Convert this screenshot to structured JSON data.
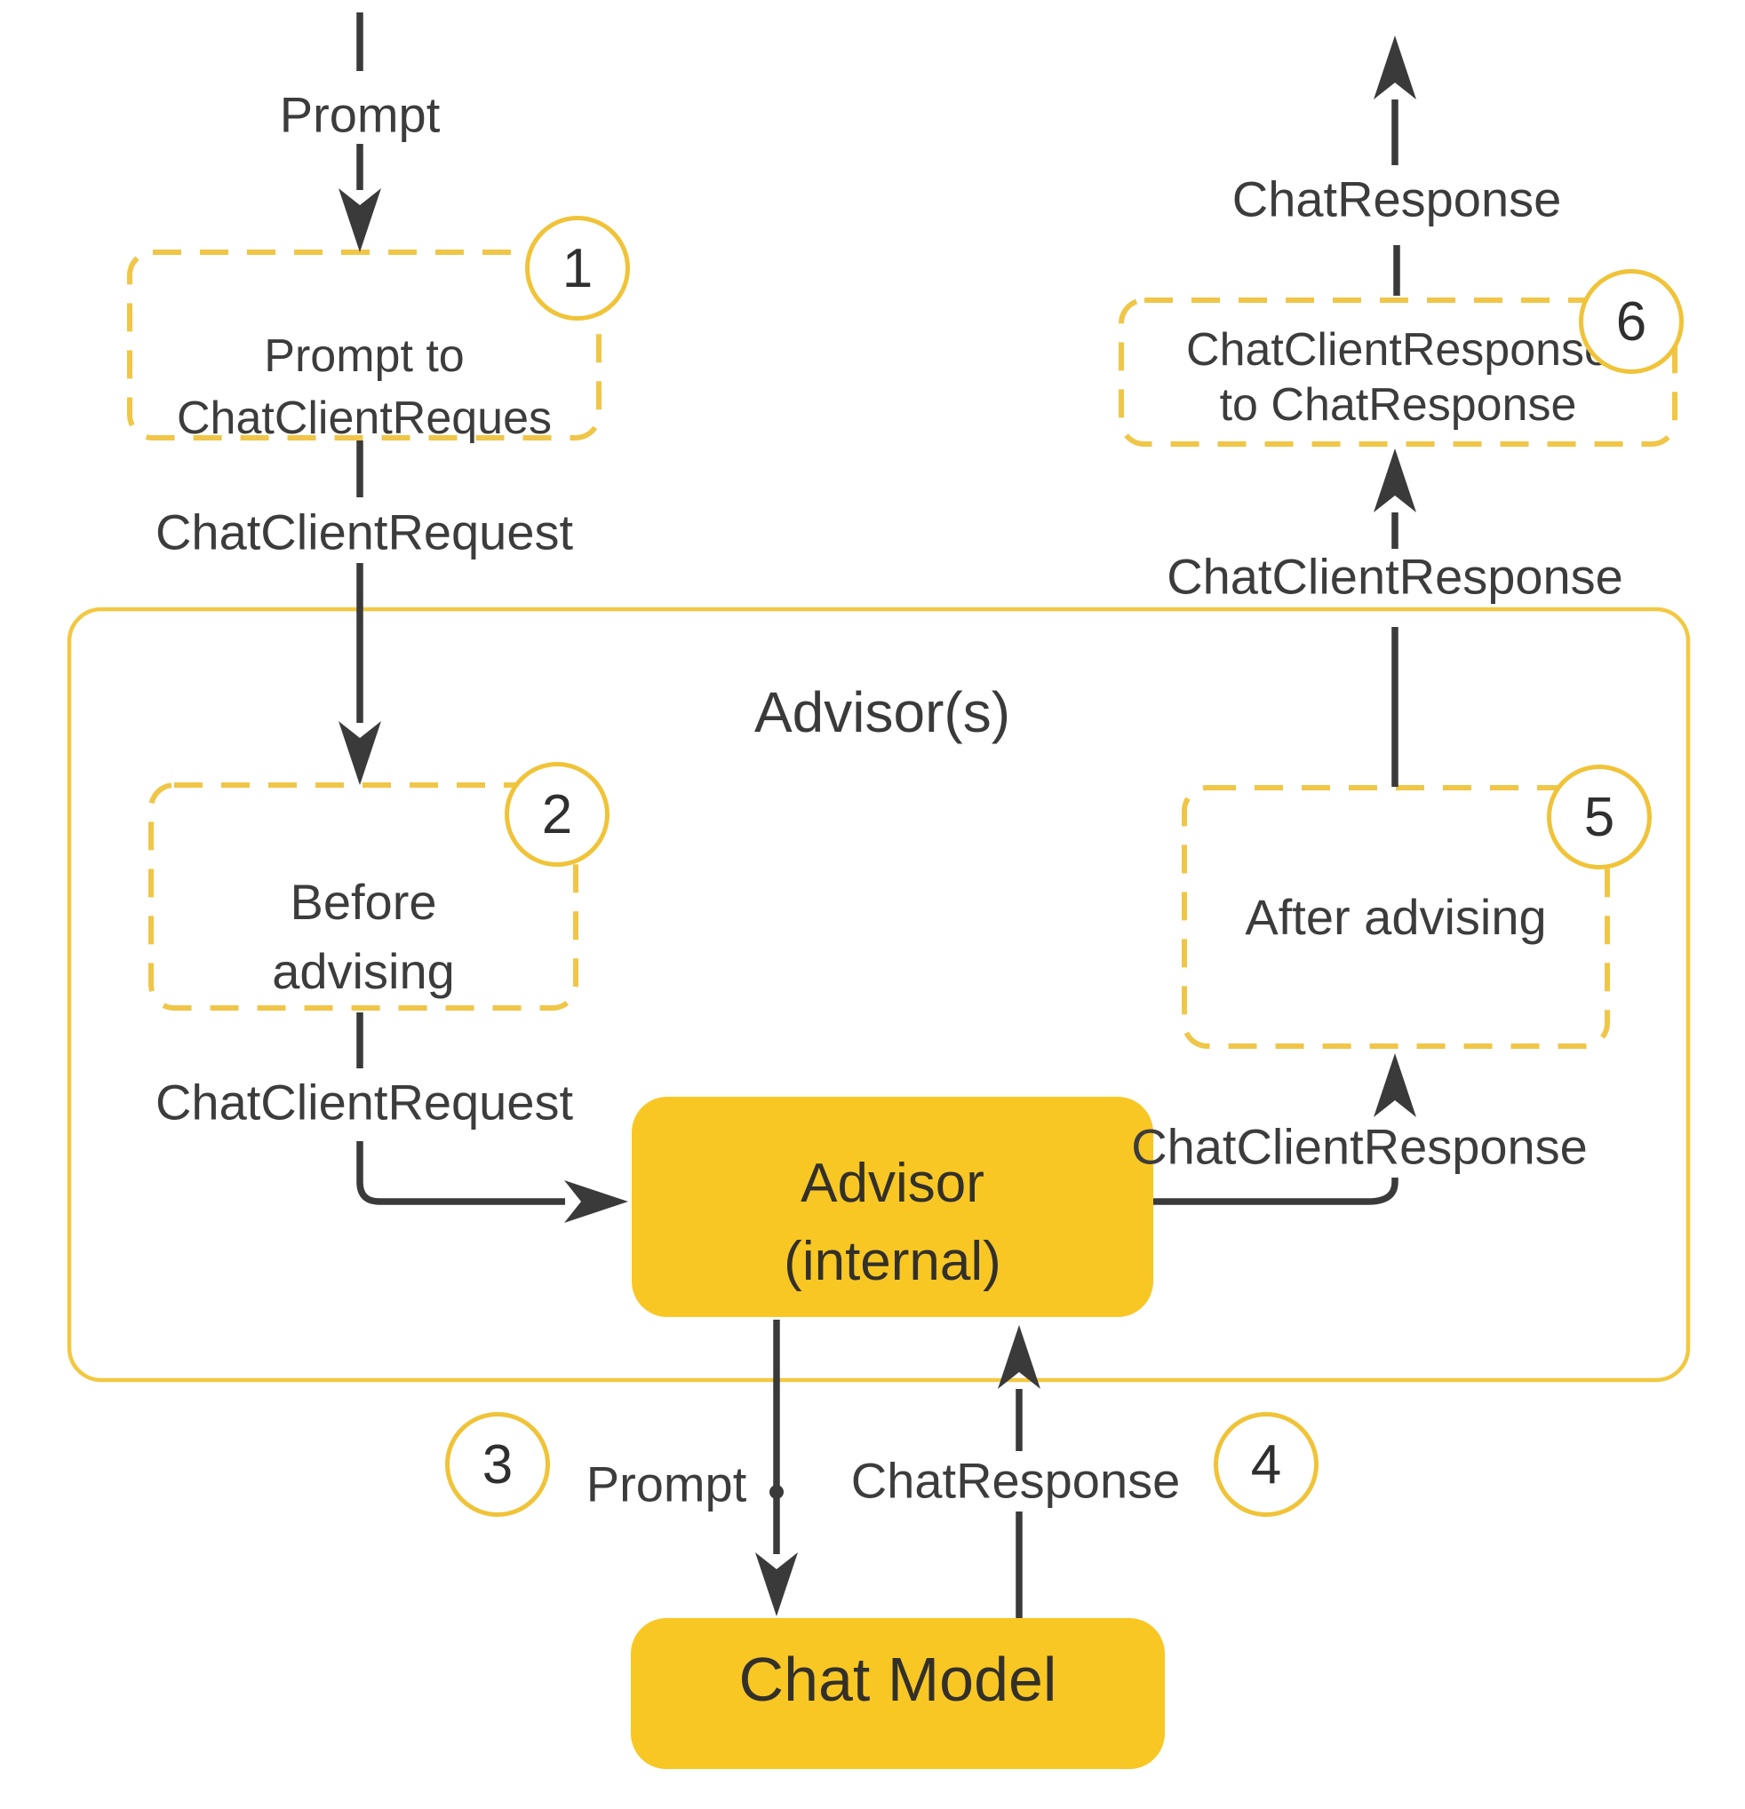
{
  "page": {
    "background": "#FFFFFF"
  },
  "colors": {
    "box_fill_yellow": "#F8C724",
    "dash_yellow": "#F0C648",
    "circle_yellow": "#F0C338",
    "container_yellow": "#F3C841",
    "line_dark": "#3A3A3A",
    "text_dark": "#3C3C3C"
  },
  "container": {
    "title": "Advisor(s)"
  },
  "steps": {
    "s1": {
      "badge": "1",
      "line1": "Prompt to",
      "line2": "ChatClientReques"
    },
    "s2": {
      "badge": "2",
      "line1": "Before",
      "line2": "advising"
    },
    "s3": {
      "badge": "3"
    },
    "s4": {
      "badge": "4"
    },
    "s5": {
      "badge": "5",
      "label": "After advising"
    },
    "s6": {
      "badge": "6",
      "line1": "ChatClientResponse",
      "line2": "to ChatResponse"
    }
  },
  "nodes": {
    "advisor_internal": {
      "line1": "Advisor",
      "line2": "(internal)"
    },
    "chat_model": {
      "label": "Chat Model"
    }
  },
  "edges": {
    "prompt_in": "Prompt",
    "chat_client_request_outer": "ChatClientRequest",
    "chat_client_request_inner": "ChatClientRequest",
    "chat_client_response_inner": "ChatClientResponse",
    "chat_client_response_outer": "ChatClientResponse",
    "chat_response_out": "ChatResponse",
    "prompt_to_model": "Prompt",
    "chat_response_from_model": "ChatResponse"
  }
}
